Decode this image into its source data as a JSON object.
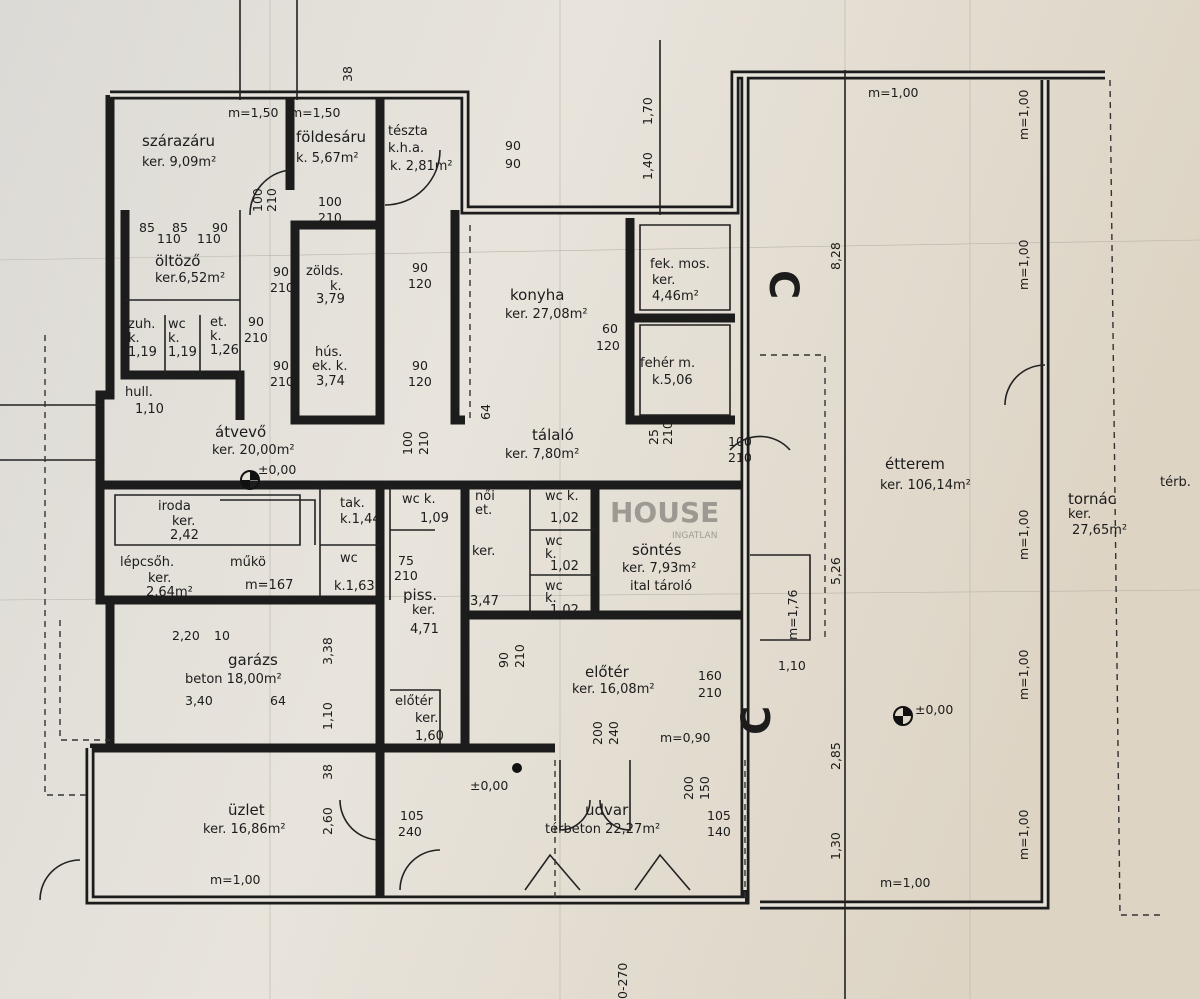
{
  "plan": {
    "rooms": {
      "szarazaru": {
        "name": "szárazáru",
        "area": "ker. 9,09m²"
      },
      "foldesaru": {
        "name": "földesáru",
        "area": "k. 5,67m²"
      },
      "teszta": {
        "name": "tészta",
        "sub": "k.h.a.",
        "area": "k. 2,81m²"
      },
      "oltozo": {
        "name": "öltöző",
        "area": "ker.6,52m²"
      },
      "zuh": {
        "name": "zuh.",
        "sub": "k.",
        "area": "1,19"
      },
      "wc1": {
        "name": "wc",
        "sub": "k.",
        "area": "1,19"
      },
      "et": {
        "name": "et.",
        "sub": "k.",
        "area": "1,26"
      },
      "hull": {
        "name": "hull.",
        "area": "1,10"
      },
      "zolds": {
        "name": "zölds.",
        "sub": "k.",
        "area": "3,79"
      },
      "hus": {
        "name": "hús.",
        "sub": "ek. k.",
        "area": "3,74"
      },
      "konyha": {
        "name": "konyha",
        "area": "ker. 27,08m²"
      },
      "fekmos": {
        "name": "fek. mos.",
        "sub": "ker.",
        "area": "4,46m²"
      },
      "feher": {
        "name": "fehér m.",
        "area": "k.5,06"
      },
      "atvevo": {
        "name": "átvevő",
        "area": "ker. 20,00m²"
      },
      "talalo": {
        "name": "tálaló",
        "area": "ker. 7,80m²"
      },
      "etterem": {
        "name": "étterem",
        "area": "ker. 106,14m²"
      },
      "tornac": {
        "name": "tornác",
        "sub": "ker.",
        "area": "27,65m²"
      },
      "terb": {
        "name": "térb."
      },
      "iroda": {
        "name": "iroda",
        "sub": "ker.",
        "area": "2,42"
      },
      "lepcsoh": {
        "name": "lépcsőh.",
        "sub": "ker.",
        "area": "2,64m²"
      },
      "muko": {
        "name": "műkö",
        "area": "m=167"
      },
      "tak": {
        "name": "tak.",
        "area": "k.1,44"
      },
      "wc2": {
        "name": "wc",
        "area": "k.1,63"
      },
      "wck1": {
        "name": "wc k.",
        "area": "1,09"
      },
      "piss": {
        "name": "piss.",
        "sub": "ker.",
        "area": "4,71"
      },
      "eloter_small": {
        "name": "előtér",
        "sub": "ker.",
        "area": "1,60"
      },
      "noi": {
        "name": "női",
        "sub": "et.",
        "sub2": "ker.",
        "area": "3,47"
      },
      "wck2": {
        "name": "wc k.",
        "area": "1,02"
      },
      "wc3": {
        "name": "wc",
        "sub": "k.",
        "area": "1,02"
      },
      "wc4": {
        "name": "wc",
        "sub": "k.",
        "area": "1,02"
      },
      "sontes": {
        "name": "söntés",
        "area": "ker. 7,93m²",
        "sub": "ital tároló"
      },
      "eloter": {
        "name": "előtér",
        "area": "ker. 16,08m²"
      },
      "garazs": {
        "name": "garázs",
        "area": "beton 18,00m²"
      },
      "uzlet": {
        "name": "üzlet",
        "area": "ker. 16,86m²"
      },
      "udvar": {
        "name": "udvar",
        "area": "térbeton 22,27m²"
      }
    },
    "dims": [
      "m=1,50",
      "m=1,50",
      "m=1,00",
      "m=1,00",
      "m=1,00",
      "m=1,00",
      "m=1,00",
      "m=1,00",
      "m=1,00",
      "m=1,00",
      "90",
      "90",
      "1,70",
      "1,40",
      "8,28",
      "5,26",
      "2,85",
      "1,30",
      "±0,00",
      "±0,00",
      "±0,00",
      "100",
      "210",
      "100",
      "210",
      "90",
      "120",
      "90",
      "120",
      "60",
      "120",
      "90",
      "210",
      "90",
      "210",
      "105",
      "240",
      "105",
      "140",
      "160",
      "210",
      "200",
      "240",
      "200",
      "150",
      "m=0,90",
      "1,10",
      "m=1,76",
      "3,40",
      "64",
      "2,20",
      "10",
      "3,38",
      "1,10",
      "38",
      "2,60",
      "0-270",
      "64",
      "38",
      "85",
      "85",
      "90",
      "110",
      "110",
      "90",
      "210",
      "75",
      "210",
      "90",
      "210",
      "25",
      "210",
      "100",
      "210",
      "100",
      "210"
    ],
    "section_marks": [
      "C",
      "C"
    ],
    "watermark": {
      "brand": "HOUSE",
      "sub": "INGATLAN"
    }
  }
}
